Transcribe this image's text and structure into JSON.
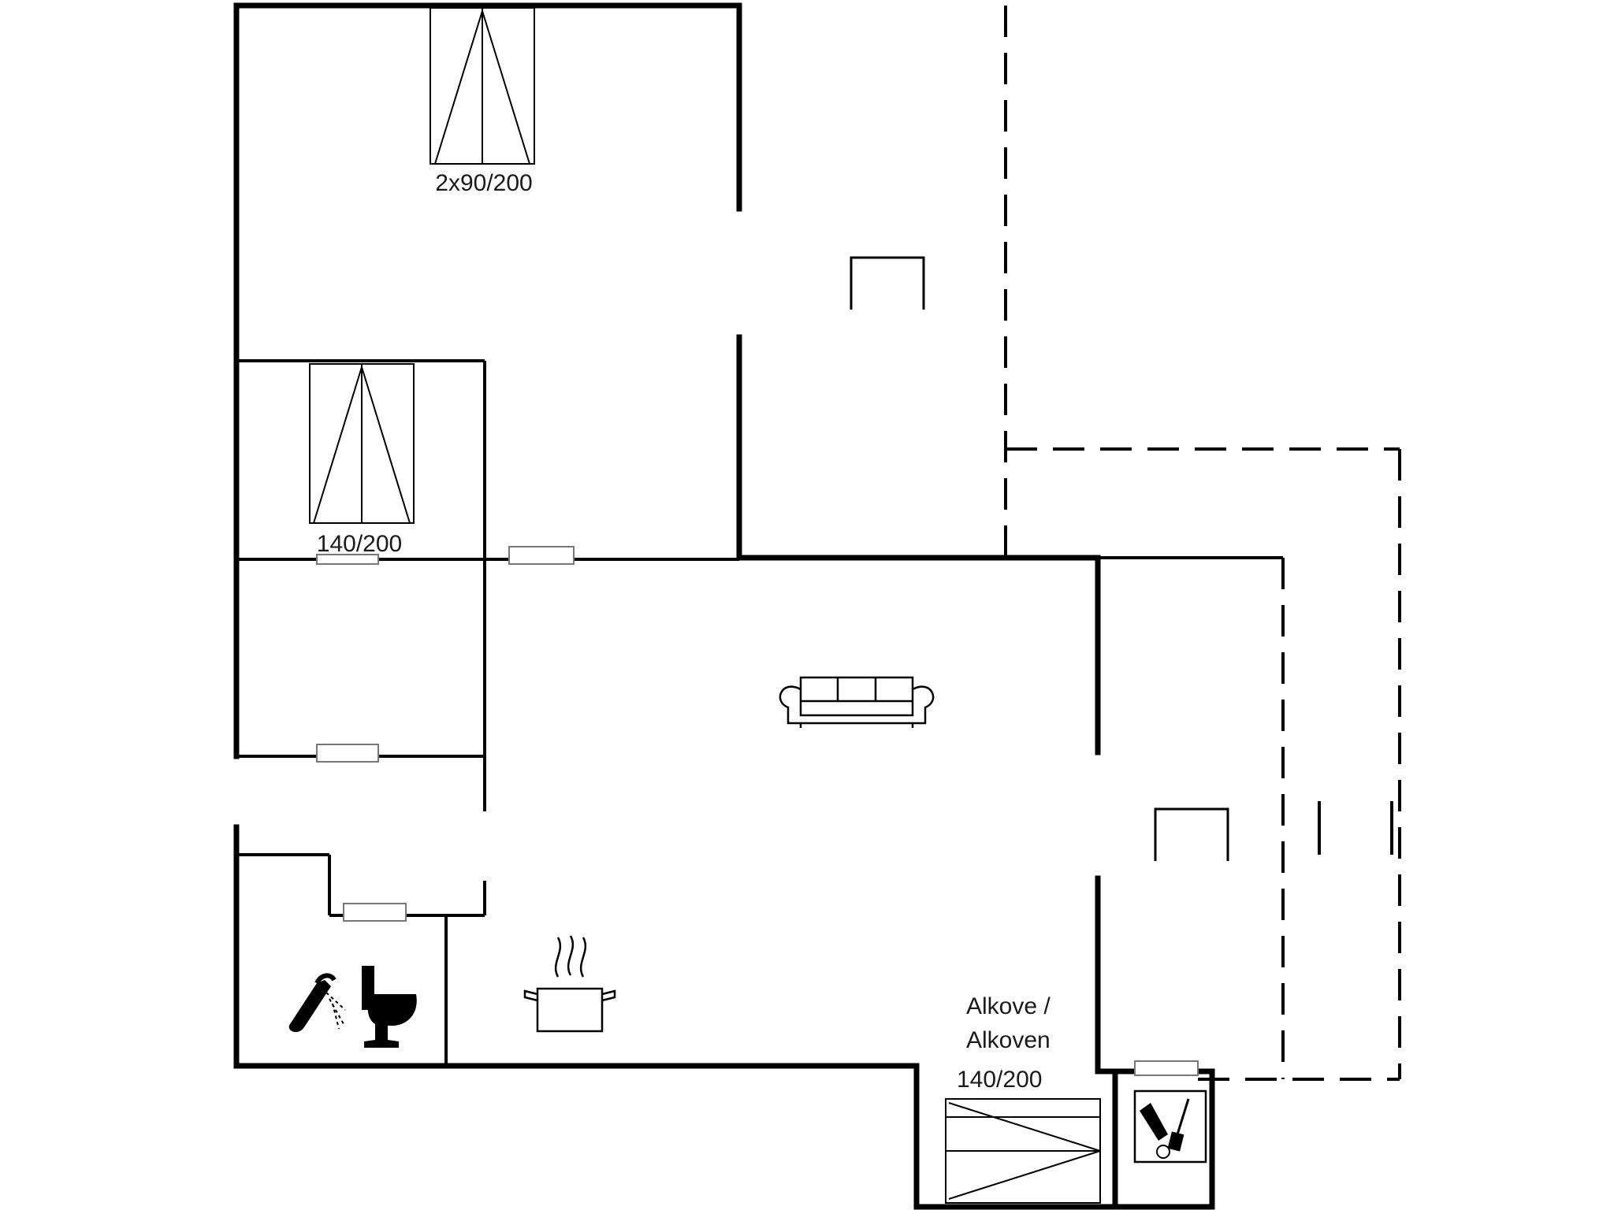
{
  "labels": {
    "bed_1": "2x90/200",
    "bed_2": "140/200",
    "alcove_line1": "Alkove /",
    "alcove_line2": "Alkoven",
    "alcove_bed": "140/200"
  },
  "colors": {
    "wall": "#000000",
    "dashed": "#000000",
    "background": "#ffffff"
  },
  "icons": [
    "bed-icon",
    "sofa-icon",
    "cooking-pot-icon",
    "shower-icon",
    "toilet-icon",
    "utility-tools-icon",
    "fireplace-icon"
  ]
}
